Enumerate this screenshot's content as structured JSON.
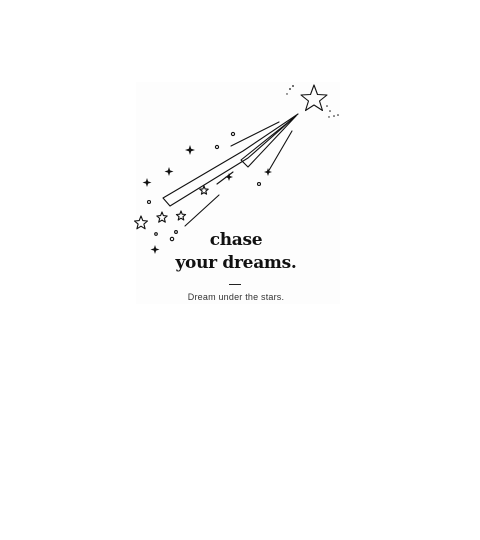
{
  "poster": {
    "title_line1": "chase",
    "title_line2": "your dreams.",
    "tagline": "Dream under the stars."
  },
  "colors": {
    "background": "#ffffff",
    "ink": "#111111"
  },
  "icons": [
    "shooting-star-icon",
    "sparkle-icon",
    "star-outline-icon",
    "circle-dot-icon"
  ]
}
